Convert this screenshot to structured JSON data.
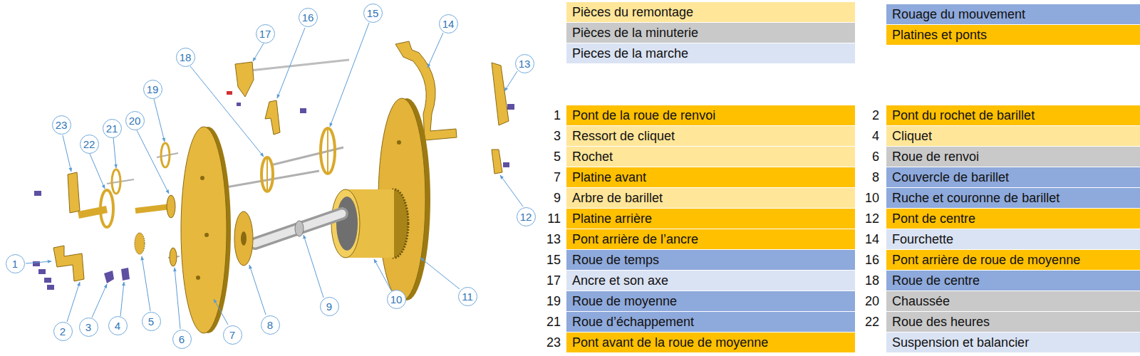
{
  "diagram": {
    "nodes": [
      {
        "text": [
          "1"
        ]
      },
      {
        "text": [
          "2"
        ]
      },
      {
        "text": [
          "3"
        ]
      },
      {
        "text": [
          "4"
        ]
      },
      {
        "text": [
          "5"
        ]
      },
      {
        "text": [
          "6"
        ]
      },
      {
        "text": [
          "7"
        ]
      },
      {
        "text": [
          "8"
        ]
      },
      {
        "text": [
          "9"
        ]
      },
      {
        "text": [
          "10"
        ]
      },
      {
        "text": [
          "11"
        ]
      },
      {
        "text": [
          "12"
        ]
      },
      {
        "text": [
          "13"
        ]
      },
      {
        "text": [
          "14"
        ]
      },
      {
        "text": [
          "15"
        ]
      },
      {
        "text": [
          "16"
        ]
      },
      {
        "text": [
          "17"
        ]
      },
      {
        "text": [
          "18"
        ]
      },
      {
        "text": [
          "19"
        ]
      },
      {
        "text": [
          "20"
        ]
      },
      {
        "text": [
          "21"
        ]
      },
      {
        "text": [
          "22"
        ]
      },
      {
        "text": [
          "23"
        ]
      },
      {
        "text": [
          "Pont de la roue de renvoi"
        ]
      },
      {
        "text": [
          "Pont du rochet de barillet"
        ]
      },
      {
        "text": [
          "Ressort de cliquet"
        ]
      },
      {
        "text": [
          "Cliquet"
        ]
      },
      {
        "text": [
          "Rochet"
        ]
      },
      {
        "text": [
          "Roue de renvoi"
        ]
      },
      {
        "text": [
          "Platine avant"
        ]
      },
      {
        "text": [
          "Couvercle de barillet"
        ]
      },
      {
        "text": [
          "Arbre de barillet"
        ]
      },
      {
        "text": [
          "Ruche et couronne de barillet"
        ]
      },
      {
        "text": [
          "Platine arrière"
        ]
      },
      {
        "text": [
          "Pont de centre"
        ]
      },
      {
        "text": [
          "Pont arrière de l’ancre"
        ]
      },
      {
        "text": [
          "Fourchette"
        ]
      },
      {
        "text": [
          "Roue de temps"
        ]
      },
      {
        "text": [
          "Pont arrière de roue de moyenne"
        ]
      },
      {
        "text": [
          "Ancre et son axe"
        ]
      },
      {
        "text": [
          "Roue de centre"
        ]
      },
      {
        "text": [
          "Roue de moyenne"
        ]
      },
      {
        "text": [
          "Chaussée"
        ]
      },
      {
        "text": [
          "Roue d’échappement"
        ]
      },
      {
        "text": [
          "Roue des heures"
        ]
      },
      {
        "text": [
          "Pont avant de la roue de moyenne"
        ]
      },
      {
        "text": [
          "Suspension et balancier"
        ]
      }
    ],
    "labels": [
      "1",
      "2",
      "3",
      "4",
      "5",
      "6",
      "7",
      "8",
      "9",
      "10",
      "11",
      "12",
      "13",
      "14",
      "15",
      "16",
      "17",
      "18",
      "19",
      "20",
      "21",
      "22",
      "23"
    ],
    "legend": [
      {
        "text": "Pièces du remontage",
        "color": "#FFE699"
      },
      {
        "text": "Rouage du mouvement",
        "color": "#8EA9DB"
      },
      {
        "text": "Pièces de la minuterie",
        "color": "#C9C9C9"
      },
      {
        "text": "Platines et ponts",
        "color": "#FFC000"
      },
      {
        "text": "Pieces de la marche",
        "color": "#DAE3F3"
      }
    ]
  }
}
